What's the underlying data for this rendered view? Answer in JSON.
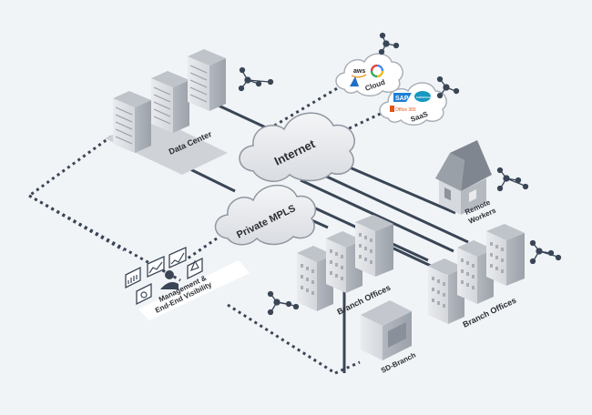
{
  "labels": {
    "data_center": "Data Center",
    "internet": "Internet",
    "private_mpls": "Private MPLS",
    "cloud": "Cloud",
    "saas": "SaaS",
    "remote_workers_1": "Remote",
    "remote_workers_2": "Workers",
    "branch_offices_left": "Branch Offices",
    "branch_offices_right": "Branch Offices",
    "sd_branch": "SD-Branch",
    "management_1": "Management &",
    "management_2": "End-End Visibility"
  },
  "logos": {
    "aws": "aws",
    "sap": "SAP",
    "office": "Office 365",
    "salesforce": "salesforce"
  },
  "colors": {
    "background": "#f1f4f7",
    "line": "#3a4656",
    "building_light": "#e4e6ea",
    "building_mid": "#c8ccd2",
    "building_dark": "#9aa0a8",
    "cloud_fill": "#e8eaee",
    "sap_blue": "#1d7fd6",
    "office_orange": "#e3541a"
  }
}
